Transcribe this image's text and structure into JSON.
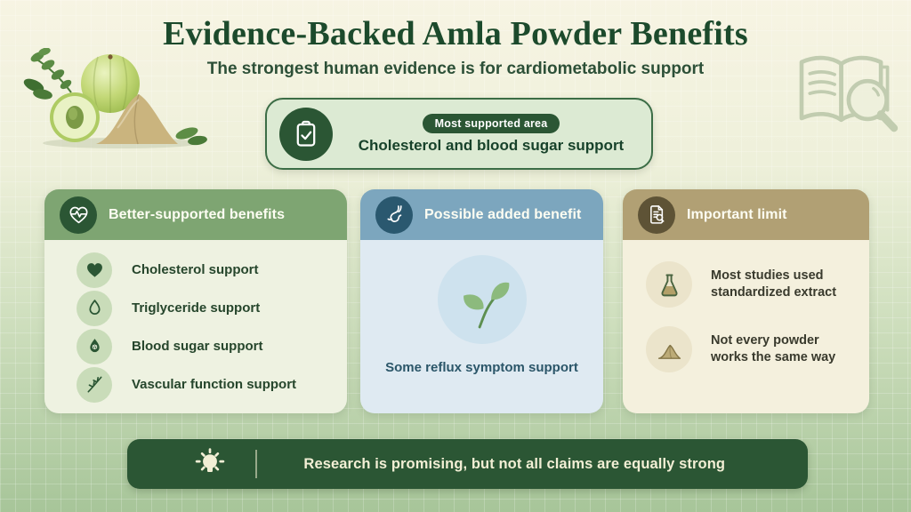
{
  "page": {
    "title": "Evidence-Backed Amla Powder Benefits",
    "subtitle": "The strongest human evidence is for cardiometabolic support"
  },
  "hero": {
    "photo": "amla-fruit-and-powder-illustration",
    "watermark": "book-magnifier-icon"
  },
  "highlight": {
    "icon": "clipboard-check-icon",
    "badge_label": "Most supported area",
    "title": "Cholesterol and blood sugar support"
  },
  "columns": [
    {
      "id": "better-supported",
      "icon": "heart-pulse-icon",
      "header": "Better-supported benefits",
      "items": [
        {
          "icon": "heart-icon",
          "label": "Cholesterol support"
        },
        {
          "icon": "droplet-icon",
          "label": "Triglyceride support"
        },
        {
          "icon": "sugar-drop-icon",
          "label": "Blood sugar support"
        },
        {
          "icon": "vascular-branch-icon",
          "label": "Vascular function support"
        }
      ]
    },
    {
      "id": "possible-benefit",
      "icon": "stomach-icon",
      "header": "Possible added benefit",
      "illustration": "sprout-icon",
      "caption": "Some reflux symptom support"
    },
    {
      "id": "important-limit",
      "icon": "document-search-icon",
      "header": "Important limit",
      "items": [
        {
          "icon": "flask-icon",
          "label": "Most studies used standardized extract"
        },
        {
          "icon": "powder-pile-icon",
          "label": "Not every powder works the same way"
        }
      ]
    }
  ],
  "footer": {
    "icon": "lightbulb-icon",
    "message": "Research is promising, but not all claims are equally strong"
  },
  "colors": {
    "deep_green": "#2b5634",
    "title_green": "#1c4a2c",
    "benefits_header_green": "#7ea572",
    "possible_header_blue": "#7ca6be",
    "limit_header_tan": "#b1a074",
    "highlight_bg": "#dcead3",
    "background_top": "#f7f4e3",
    "background_bottom": "#a7c599",
    "cream_text": "#f2efd5"
  }
}
